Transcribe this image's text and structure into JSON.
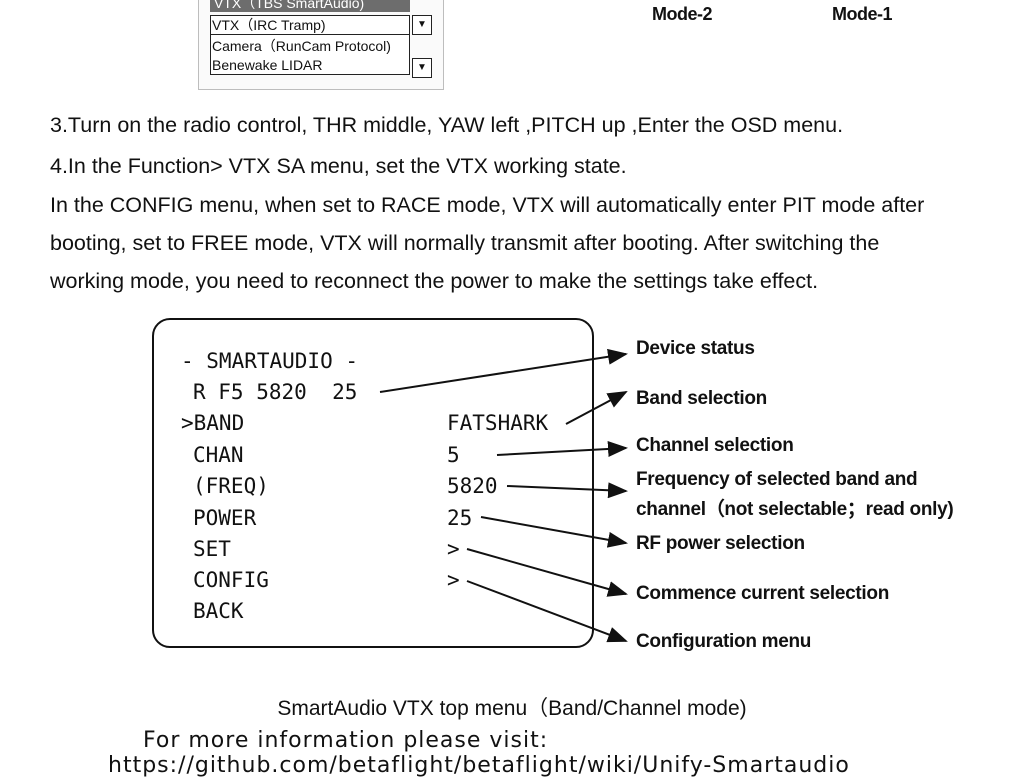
{
  "dropdown": {
    "selected": "VTX（TBS SmartAudio)",
    "items": [
      "VTX（IRC Tramp)",
      "Camera（RunCam Protocol)",
      "Benewake LIDAR"
    ]
  },
  "modes": [
    "Mode-2",
    "Mode-1"
  ],
  "paragraphs": {
    "step3": "3.Turn on the radio control, THR middle, YAW left ,PITCH up ,Enter the OSD menu.",
    "step4": "4.In the Function> VTX SA menu, set the VTX working state.",
    "config_line1": "In the CONFIG menu, when set to RACE mode, VTX will automatically enter PIT mode after",
    "config_line2": "booting, set to FREE mode, VTX will normally transmit after booting. After switching the",
    "config_line3": "working mode, you need to reconnect the power to make the settings take effect."
  },
  "osd": {
    "header": "- SMARTAUDIO -",
    "status": "R F5 5820  25",
    "rows": [
      {
        "label": ">BAND",
        "value": "FATSHARK"
      },
      {
        "label": "CHAN",
        "value": "5"
      },
      {
        "label": "(FREQ)",
        "value": "5820"
      },
      {
        "label": "POWER",
        "value": "25"
      },
      {
        "label": "SET",
        "value": ">"
      },
      {
        "label": "CONFIG",
        "value": ">"
      },
      {
        "label": "BACK",
        "value": ""
      }
    ]
  },
  "callouts": {
    "device_status": "Device status",
    "band_selection": "Band selection",
    "channel_selection": "Channel selection",
    "frequency_line1": "Frequency of selected  band and",
    "frequency_line2": "channel（not selectable；read only)",
    "rf_power": "RF power selection",
    "commence": "Commence current selection",
    "config_menu": "Configuration menu"
  },
  "caption": "SmartAudio VTX top menu（Band/Channel mode)",
  "footer": {
    "line1": "For more information please visit:",
    "line2": "https://github.com/betaflight/betaflight/wiki/Unify-Smartaudio"
  }
}
